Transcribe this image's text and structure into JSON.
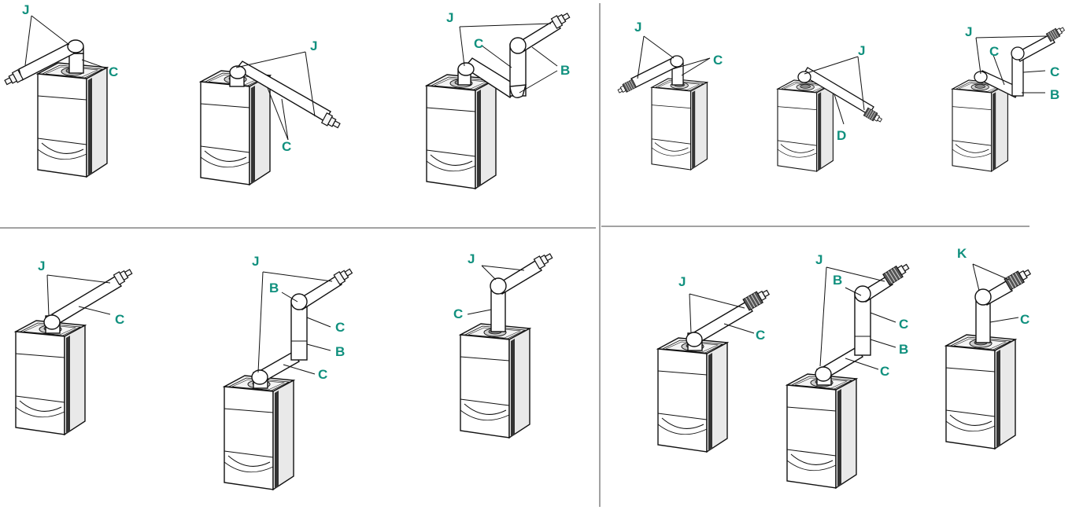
{
  "label_color": "#10907e",
  "panels": [
    {
      "name": "panel-top-left",
      "configurations": [
        {
          "name": "config-1",
          "labels": [
            "J",
            "C"
          ]
        },
        {
          "name": "config-2",
          "labels": [
            "J",
            "C"
          ]
        },
        {
          "name": "config-3",
          "labels": [
            "J",
            "C",
            "B"
          ]
        }
      ]
    },
    {
      "name": "panel-top-right",
      "configurations": [
        {
          "name": "config-4",
          "labels": [
            "J",
            "C"
          ]
        },
        {
          "name": "config-5",
          "labels": [
            "J",
            "D"
          ]
        },
        {
          "name": "config-6",
          "labels": [
            "J",
            "C",
            "C",
            "B"
          ]
        }
      ]
    },
    {
      "name": "panel-bottom-left",
      "configurations": [
        {
          "name": "config-7",
          "labels": [
            "J",
            "C"
          ]
        },
        {
          "name": "config-8",
          "labels": [
            "J",
            "B",
            "C",
            "B",
            "C"
          ]
        },
        {
          "name": "config-9",
          "labels": [
            "J",
            "C"
          ]
        }
      ]
    },
    {
      "name": "panel-bottom-right",
      "configurations": [
        {
          "name": "config-10",
          "labels": [
            "J",
            "C"
          ]
        },
        {
          "name": "config-11",
          "labels": [
            "J",
            "B",
            "C",
            "B",
            "C"
          ]
        },
        {
          "name": "config-12",
          "labels": [
            "K",
            "C"
          ]
        }
      ]
    }
  ]
}
